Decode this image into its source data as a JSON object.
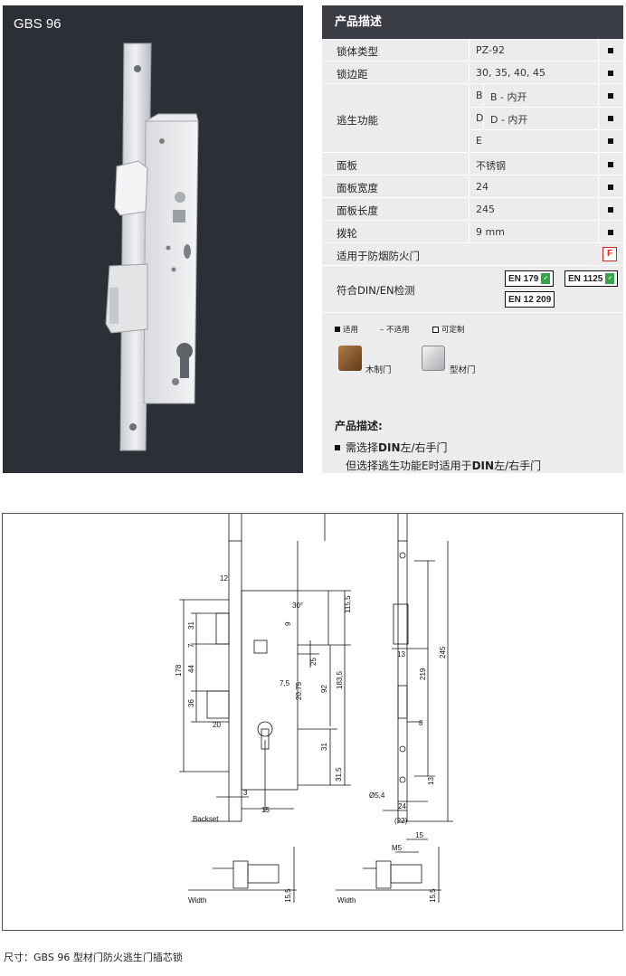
{
  "product": {
    "title": "GBS 96"
  },
  "spec": {
    "header": "产品描述",
    "rows": [
      {
        "label": "锁体类型",
        "value": "PZ-92"
      },
      {
        "label": "锁边距",
        "value": "30, 35, 40, 45"
      },
      {
        "label": "逃生功能",
        "options": [
          {
            "letter": "B",
            "text": "B - 内开"
          },
          {
            "letter": "D",
            "text": "D - 内开"
          },
          {
            "letter": "E",
            "text": ""
          }
        ]
      },
      {
        "label": "面板",
        "value": "不锈钢"
      },
      {
        "label": "面板宽度",
        "value": "24"
      },
      {
        "label": "面板长度",
        "value": "245"
      },
      {
        "label": "拨轮",
        "value": "9 mm"
      },
      {
        "label": "适用于防烟防火门",
        "value": "F"
      },
      {
        "label": "符合DIN/EN检测",
        "badges": [
          "EN 179",
          "EN 1125",
          "EN 12 209"
        ]
      }
    ],
    "legend": {
      "applicable": "适用",
      "not_applicable": "– 不适用",
      "customizable": "可定制"
    },
    "doors": [
      {
        "label": "木制门",
        "color": "#8a5a2e"
      },
      {
        "label": "型材门",
        "color": "#d8dadc"
      }
    ],
    "description": {
      "title": "产品描述:",
      "line1_a": "需选择",
      "line1_b": "DIN",
      "line1_c": "左/右手门",
      "line2_a": "但选择逃生功能E时适用于",
      "line2_b": "DIN",
      "line2_c": "左/右手门"
    },
    "colors": {
      "header_bg": "#3a3d43",
      "panel_bg": "#ececec",
      "fire_red": "#d7261e",
      "en_green": "#3aa34a"
    }
  },
  "drawing": {
    "dims": {
      "d12": "12",
      "d30deg": "30°",
      "d115_5": "115,5",
      "d9": "9",
      "d31a": "31",
      "d7": "7",
      "d44": "44",
      "d178": "178",
      "d36": "36",
      "d25": "25",
      "d20_75": "20,75",
      "d7_5": "7,5",
      "d183_5": "183,5",
      "d92": "92",
      "d20": "20",
      "d31b": "31",
      "d31_5": "31,5",
      "d3": "3",
      "d15": "15",
      "backset": "Backset",
      "d13a": "13",
      "d219": "219",
      "d245": "245",
      "d8": "8",
      "d13b": "13",
      "d5_4": "Ø5,4",
      "d24": "24",
      "d22": "(22)",
      "width1": "Width",
      "d15_5a": "15,5",
      "m5": "M5",
      "d15b": "15",
      "width2": "Width",
      "d15_5b": "15,5"
    }
  },
  "caption": "尺寸：GBS 96  型材门防火逃生门插芯锁"
}
